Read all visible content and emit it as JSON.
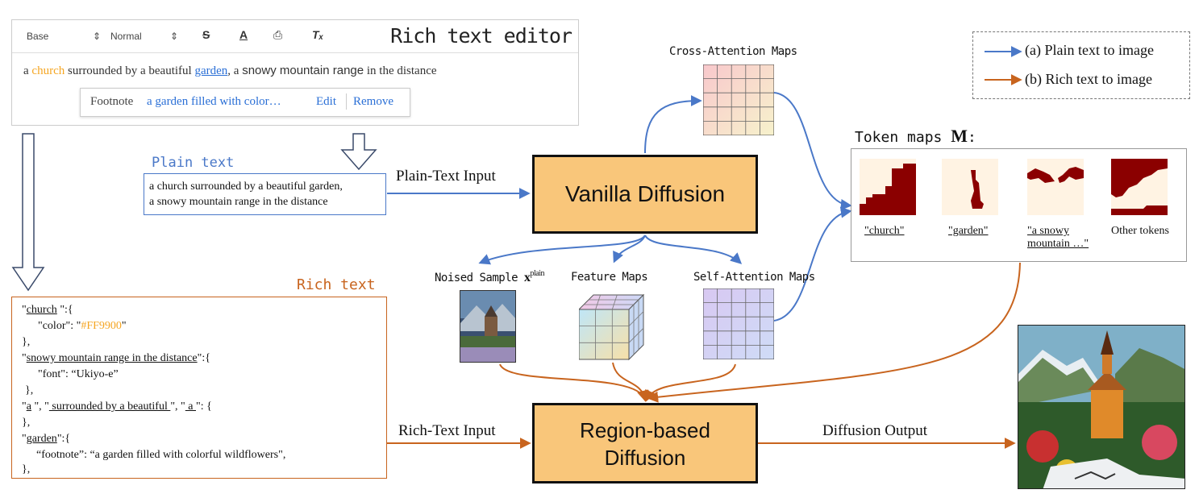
{
  "editor": {
    "title": "Rich text editor",
    "toolbar": {
      "style_select": "Base",
      "size_select": "Normal",
      "strike_icon": "S",
      "color_icon": "A",
      "image_icon": "⎙",
      "clear_icon": "Tₓ"
    },
    "sentence": {
      "p1": "a ",
      "church": "church",
      "p2": " surrounded by a beautiful ",
      "garden": "garden",
      "p3": ", a ",
      "snowy": "snowy mountain range",
      "p4": " in the distance"
    },
    "footnote": {
      "label": "Footnote",
      "text": "a garden filled with color…",
      "edit": "Edit",
      "remove": "Remove"
    }
  },
  "plain": {
    "title": "Plain text",
    "line1": "a church surrounded by a beautiful garden,",
    "line2": "a snowy mountain range in the distance"
  },
  "rich": {
    "title": "Rich text",
    "lines": {
      "l1a": "\"",
      "l1b": "church",
      "l1c": " \":{",
      "l2a": "\"color\": \"",
      "l2b": "#FF9900",
      "l2c": "\"",
      "l3": "},",
      "l4a": "\"",
      "l4b": "snowy mountain range in the distance",
      "l4c": "\":{",
      "l5": "\"font\": “Ukiyo-e”",
      "l6": "},",
      "l7a": "\"",
      "l7b": "a",
      "l7c": " \", \"",
      "l7d": " surrounded by a beautiful ",
      "l7e": "\", \"",
      "l7f": " a ",
      "l7g": "\": {",
      "l8": "},",
      "l9a": "\"",
      "l9b": "garden",
      "l9c": "\":{",
      "l10": "“footnote”: “a garden filled with colorful wildflowers\",",
      "l11": "},"
    }
  },
  "flow": {
    "plain_input": "Plain-Text Input",
    "rich_input": "Rich-Text Input",
    "vanilla": "Vanilla Diffusion",
    "region_l1": "Region-based",
    "region_l2": "Diffusion",
    "output": "Diffusion Output",
    "cross_attention": "Cross-Attention Maps",
    "noised_sample": "Noised Sample",
    "feature_maps": "Feature Maps",
    "self_attention": "Self-Attention Maps"
  },
  "legend": {
    "a": "(a) Plain text to image",
    "b": "(b) Rich text to image"
  },
  "tokens": {
    "title": "Token maps",
    "symbol": "M",
    "church": "\"church\"",
    "garden": "\"garden\"",
    "snowy_l1": "\"a snowy",
    "snowy_l2": "mountain …\"",
    "other": "Other tokens"
  },
  "colors": {
    "plain": "#4a78c8",
    "rich": "#c8641e",
    "diffusion_box": "#f9c67a",
    "church": "#f5a623",
    "token_map": "#8b0000"
  }
}
